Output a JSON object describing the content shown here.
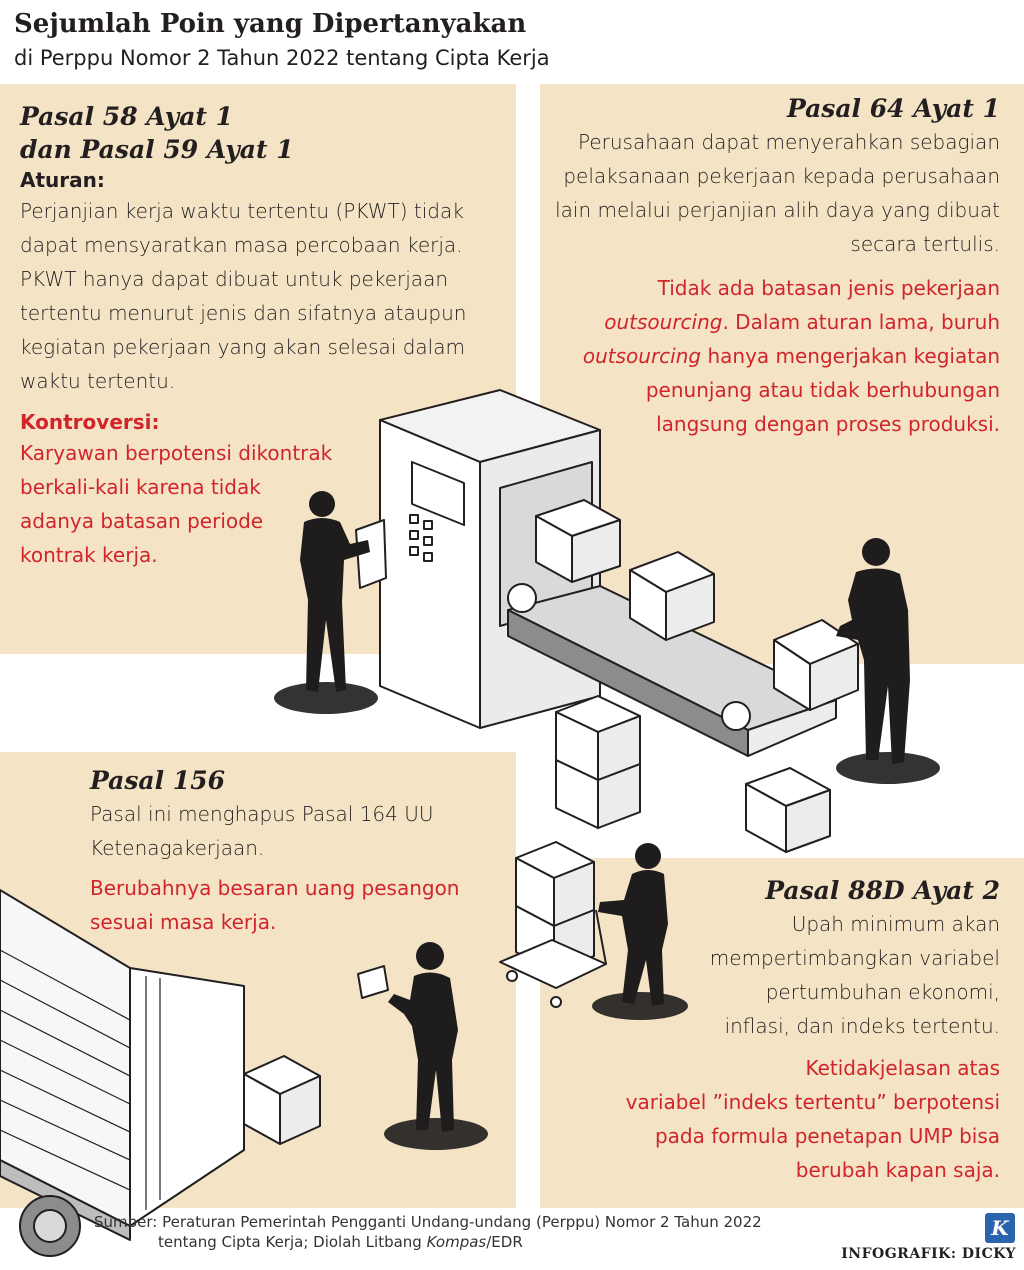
{
  "header": {
    "title": "Sejumlah Poin yang Dipertanyakan",
    "subtitle": "di Perppu Nomor 2 Tahun 2022 tentang Cipta Kerja"
  },
  "panel_58": {
    "title_line1": "Pasal 58 Ayat 1",
    "title_line2": "dan Pasal 59 Ayat 1",
    "rule_label": "Aturan:",
    "rule_lines": [
      "Perjanjian kerja waktu tertentu (PKWT) tidak",
      "dapat mensyaratkan masa percobaan kerja.",
      "PKWT hanya dapat dibuat untuk pekerjaan",
      "tertentu menurut jenis dan sifatnya ataupun",
      "kegiatan pekerjaan yang akan selesai dalam",
      "waktu tertentu."
    ],
    "controversy_label": "Kontroversi:",
    "controversy_lines": [
      "Karyawan berpotensi dikontrak",
      "berkali-kali karena tidak",
      "adanya batasan periode",
      "kontrak kerja."
    ]
  },
  "panel_64": {
    "title": "Pasal 64 Ayat 1",
    "rule_lines": [
      "Perusahaan dapat menyerahkan sebagian",
      "pelaksanaan pekerjaan kepada perusahaan",
      "lain melalui perjanjian alih daya yang dibuat",
      "secara tertulis."
    ],
    "controversy_l1": "Tidak ada batasan jenis pekerjaan",
    "controversy_l2_em": "outsourcing",
    "controversy_l2_rest": ". Dalam aturan lama, buruh",
    "controversy_l3_em": "outsourcing",
    "controversy_l3_rest": " hanya mengerjakan kegiatan",
    "controversy_l4": "penunjang atau tidak berhubungan",
    "controversy_l5": "langsung dengan proses produksi."
  },
  "panel_156": {
    "title": "Pasal 156",
    "rule_lines": [
      "Pasal ini menghapus Pasal 164 UU",
      "Ketenagakerjaan."
    ],
    "controversy_lines": [
      "Berubahnya besaran uang pesangon",
      "sesuai masa kerja."
    ]
  },
  "panel_88d": {
    "title": "Pasal 88D Ayat 2",
    "rule_lines": [
      "Upah minimum akan",
      "mempertimbangkan variabel",
      "pertumbuhan ekonomi,",
      "inflasi, dan indeks tertentu."
    ],
    "controversy_lines": [
      "Ketidakjelasan atas",
      "variabel ”indeks tertentu” berpotensi",
      "pada formula penetapan UMP bisa",
      "berubah kapan saja."
    ]
  },
  "footer": {
    "source_l1": "Sumber: Peraturan Pemerintah Pengganti Undang-undang (Perppu) Nomor 2 Tahun 2022",
    "source_l2_a": "tentang Cipta Kerja; Diolah Litbang ",
    "source_l2_em": "Kompas",
    "source_l2_b": "/EDR",
    "credit": "INFOGRAFIK: DICKY",
    "logo_letter": "K"
  },
  "colors": {
    "panel_bg": "#f4e4c5",
    "controversy_red": "#d0252b",
    "silhouette": "#1e1c1c",
    "logo_blue": "#2a64ad"
  }
}
